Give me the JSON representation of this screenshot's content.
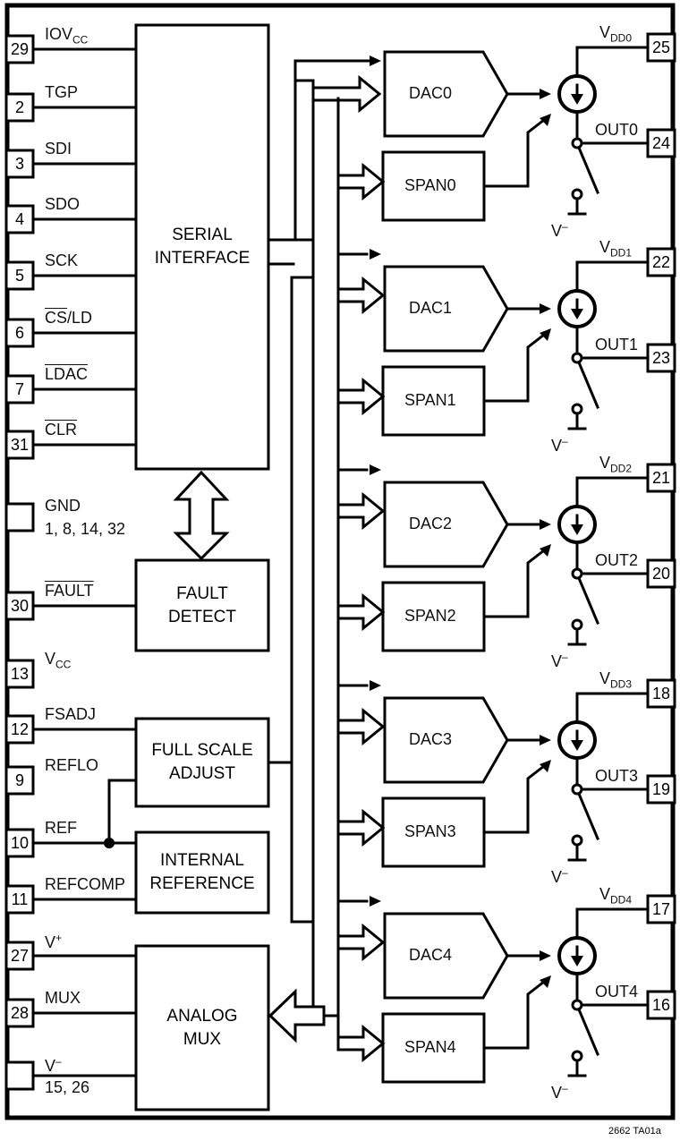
{
  "left_pins": [
    {
      "num": "29",
      "label": "IOV",
      "sub": "CC"
    },
    {
      "num": "2",
      "label": "TGP"
    },
    {
      "num": "3",
      "label": "SDI"
    },
    {
      "num": "4",
      "label": "SDO"
    },
    {
      "num": "5",
      "label": "SCK"
    },
    {
      "num": "6",
      "label_over": "CS",
      "label": "/LD"
    },
    {
      "num": "7",
      "label_over": "LDAC"
    },
    {
      "num": "31",
      "label_over": "CLR"
    },
    {
      "num": "",
      "label": "GND",
      "line2": "1, 8, 14, 32"
    },
    {
      "num": "30",
      "label_over": "FAULT"
    },
    {
      "num": "13",
      "label": "V",
      "sub": "CC"
    },
    {
      "num": "12",
      "label": "FSADJ"
    },
    {
      "num": "9",
      "label": "REFLO"
    },
    {
      "num": "10",
      "label": "REF"
    },
    {
      "num": "11",
      "label": "REFCOMP"
    },
    {
      "num": "27",
      "label": "V",
      "sup": "+"
    },
    {
      "num": "28",
      "label": "MUX"
    },
    {
      "num": "",
      "label": "V",
      "sup": "–",
      "line2": "15, 26"
    }
  ],
  "blocks": {
    "serial": "SERIAL\nINTERFACE",
    "fault": "FAULT\nDETECT",
    "fullscale": "FULL SCALE\nADJUST",
    "intref": "INTERNAL\nREFERENCE",
    "mux": "ANALOG\nMUX"
  },
  "channels": [
    {
      "dac": "DAC0",
      "span": "SPAN0",
      "vdd_pin": "25",
      "vdd_sub": "DD0",
      "out_pin": "24",
      "out_label": "OUT0"
    },
    {
      "dac": "DAC1",
      "span": "SPAN1",
      "vdd_pin": "22",
      "vdd_sub": "DD1",
      "out_pin": "23",
      "out_label": "OUT1"
    },
    {
      "dac": "DAC2",
      "span": "SPAN2",
      "vdd_pin": "21",
      "vdd_sub": "DD2",
      "out_pin": "20",
      "out_label": "OUT2"
    },
    {
      "dac": "DAC3",
      "span": "SPAN3",
      "vdd_pin": "18",
      "vdd_sub": "DD3",
      "out_pin": "19",
      "out_label": "OUT3"
    },
    {
      "dac": "DAC4",
      "span": "SPAN4",
      "vdd_pin": "17",
      "vdd_sub": "DD4",
      "out_pin": "16",
      "out_label": "OUT4"
    }
  ],
  "vminus_label": "V",
  "vminus_sup": "–",
  "vdd_letter": "V",
  "figure_id": "2662 TA01a"
}
